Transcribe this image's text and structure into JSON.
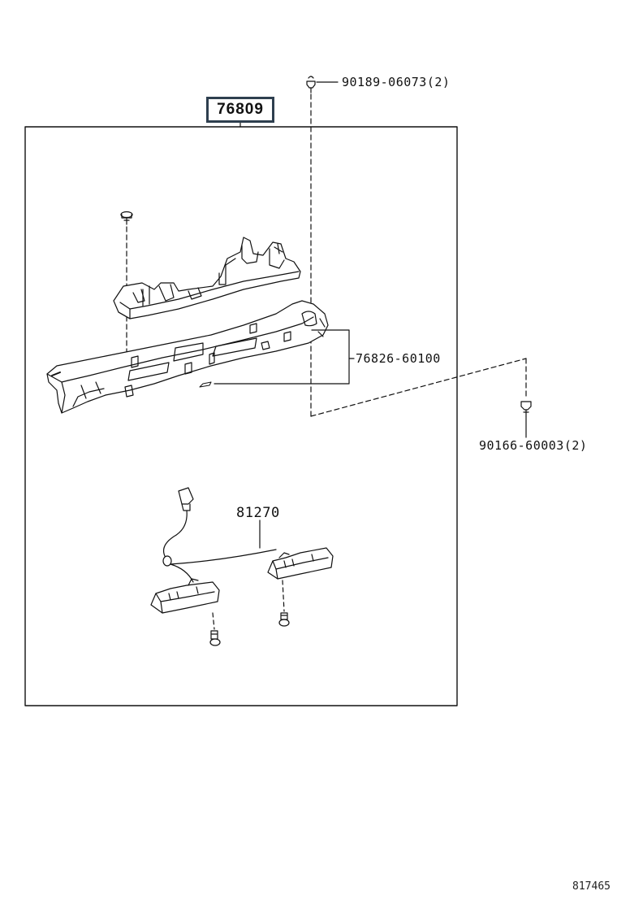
{
  "assembly": {
    "part_number": "76809"
  },
  "callouts": [
    {
      "id": "upper-clip",
      "label": "90189-06073(2)"
    },
    {
      "id": "garnish",
      "label": "76826-60100"
    },
    {
      "id": "lower-screw",
      "label": "90166-60003(2)"
    },
    {
      "id": "lamp-assy",
      "label": "81270"
    }
  ],
  "diagram_id": "817465"
}
